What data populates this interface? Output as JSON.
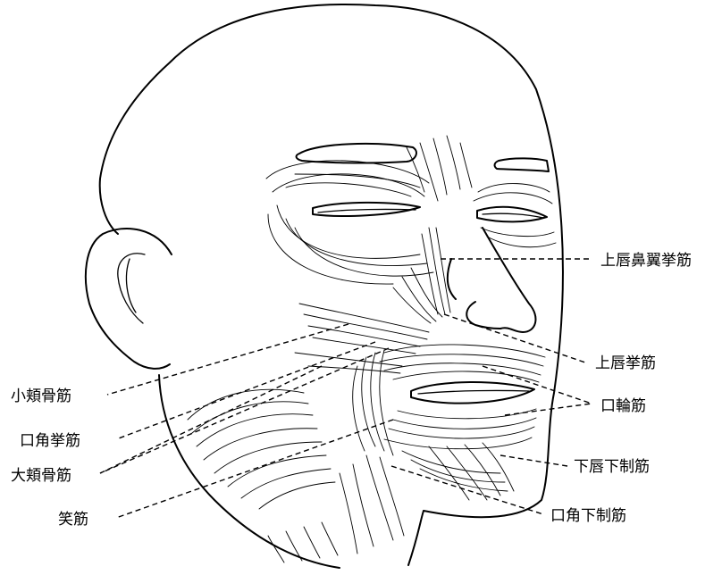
{
  "labels": {
    "levator_labii_superioris_alaeque_nasi": "上唇鼻翼挙筋",
    "levator_labii_superioris": "上唇挙筋",
    "orbicularis_oris": "口輪筋",
    "depressor_labii_inferioris": "下唇下制筋",
    "depressor_anguli_oris": "口角下制筋",
    "zygomaticus_minor": "小頬骨筋",
    "levator_anguli_oris": "口角挙筋",
    "zygomaticus_major": "大頬骨筋",
    "risorius": "笑筋"
  }
}
